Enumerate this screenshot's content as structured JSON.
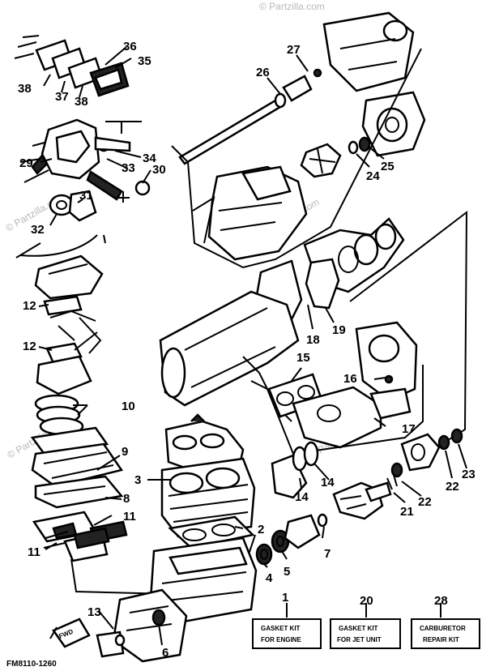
{
  "watermarks": [
    "© Partzilla.com",
    "© Partzilla.com",
    "© Partzilla.com",
    "© Partzilla.com",
    "© Partzilla.com"
  ],
  "callouts": {
    "c1": "1",
    "c2": "2",
    "c3": "3",
    "c4": "4",
    "c5": "5",
    "c6": "6",
    "c7": "7",
    "c8": "8",
    "c9": "9",
    "c10": "10",
    "c11a": "11",
    "c11b": "11",
    "c12a": "12",
    "c12b": "12",
    "c13": "13",
    "c14a": "14",
    "c14b": "14",
    "c15": "15",
    "c16": "16",
    "c17": "17",
    "c18": "18",
    "c19": "19",
    "c20": "20",
    "c21": "21",
    "c22a": "22",
    "c22b": "22",
    "c23": "23",
    "c24": "24",
    "c25": "25",
    "c26": "26",
    "c27": "27",
    "c28": "28",
    "c29": "29",
    "c30": "30",
    "c31": "31",
    "c32": "32",
    "c33": "33",
    "c34": "34",
    "c35": "35",
    "c36": "36",
    "c37": "37",
    "c38a": "38",
    "c38b": "38"
  },
  "kits": {
    "engine": {
      "line1": "GASKET KIT",
      "line2": "FOR ENGINE"
    },
    "jet": {
      "line1": "GASKET KIT",
      "line2": "FOR JET UNIT"
    },
    "carb": {
      "line1": "CARBURETOR",
      "line2": "REPAIR KIT"
    }
  },
  "fwd_label": "FWD",
  "figure_code": "FM8110-1260"
}
